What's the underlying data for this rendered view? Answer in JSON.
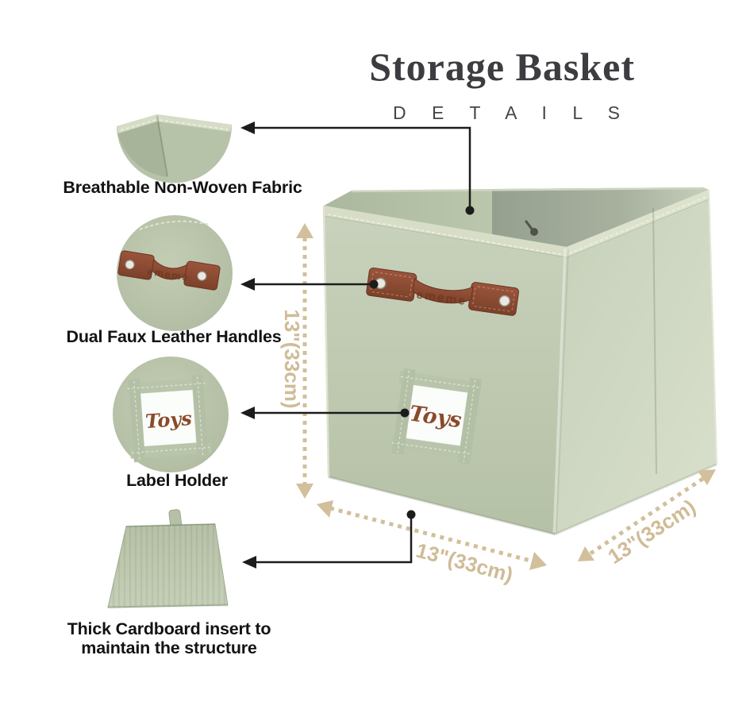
{
  "header": {
    "title": "Storage Basket",
    "subtitle": "D E T A I L S"
  },
  "callouts": [
    {
      "id": "fabric",
      "label": "Breathable Non-Woven Fabric"
    },
    {
      "id": "handles",
      "label": "Dual Faux Leather Handles"
    },
    {
      "id": "label-holder",
      "label": "Label Holder"
    },
    {
      "id": "cardboard",
      "label_line1": "Thick Cardboard insert to",
      "label_line2": "maintain the structure"
    }
  ],
  "dimensions": {
    "height": "13\"(33cm)",
    "width": "13\"(33cm)",
    "depth": "13\"(33cm)"
  },
  "product": {
    "label_tag": "Toys",
    "brand_embossed": "ememe"
  },
  "colors": {
    "fabric_green": "#c1ccb3",
    "handle_brown": "#8c4a33",
    "dimension_tan": "#cfbc97",
    "arrow_black": "#1c1c1c",
    "toys_brown": "#8a4a2b",
    "title_gray": "#3c3c41"
  }
}
